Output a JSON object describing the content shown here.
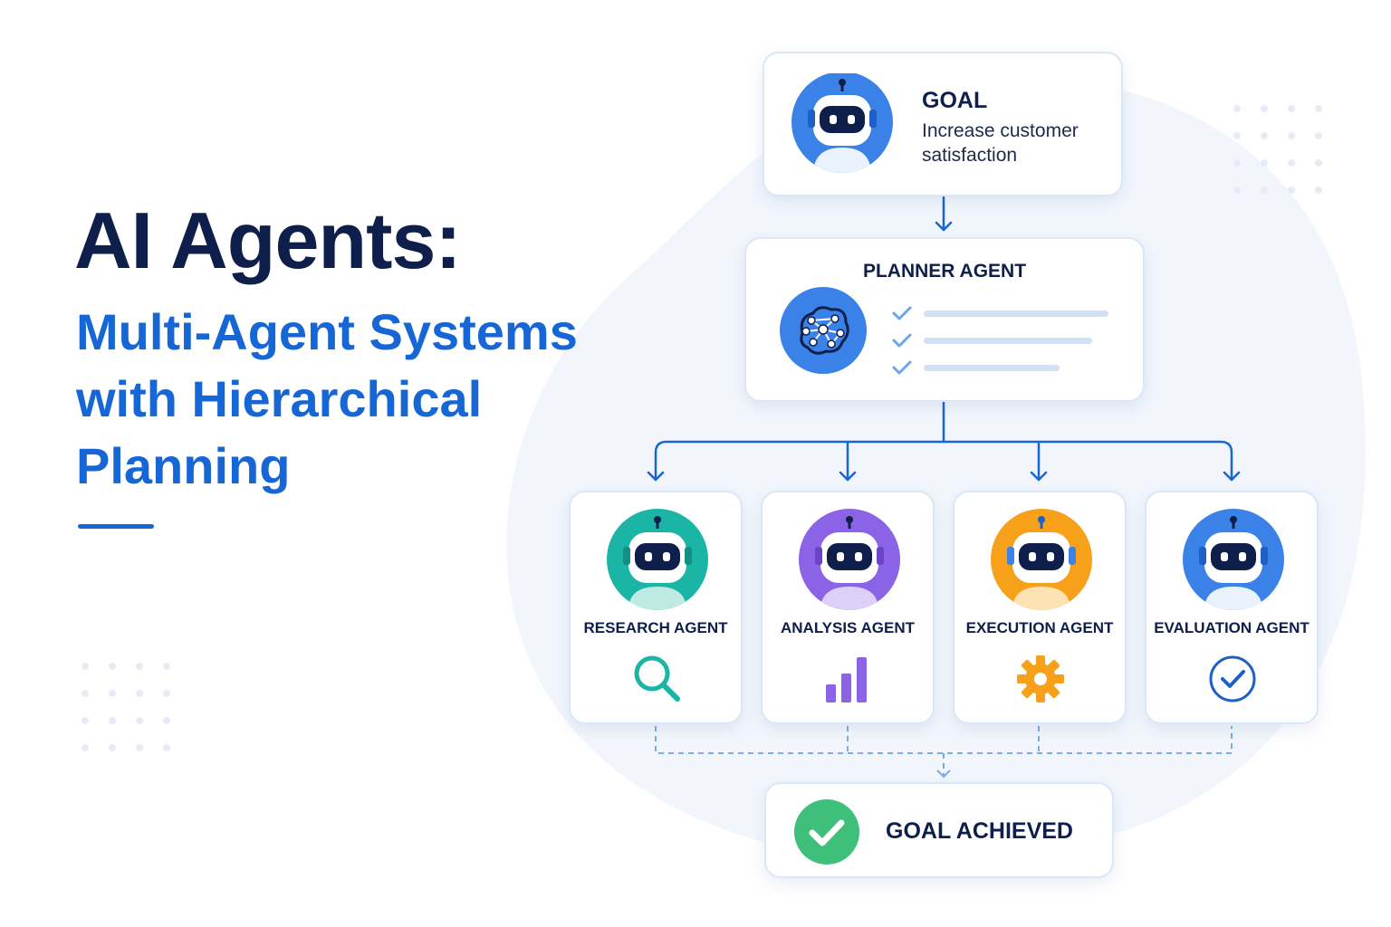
{
  "heading": {
    "title": "AI Agents:",
    "subtitle_lines": [
      "Multi-Agent Systems",
      "with Hierarchical",
      "Planning"
    ]
  },
  "goal": {
    "title": "GOAL",
    "description": "Increase customer satisfaction",
    "icon": "robot-icon"
  },
  "planner": {
    "title": "PLANNER AGENT",
    "icon": "network-brain-icon",
    "task_count": 3
  },
  "agents": [
    {
      "label": "RESEARCH AGENT",
      "icon": "magnifier-icon",
      "color": "#1bb5a6"
    },
    {
      "label": "ANALYSIS AGENT",
      "icon": "bar-chart-icon",
      "color": "#8a63e6"
    },
    {
      "label": "EXECUTION AGENT",
      "icon": "gear-icon",
      "color": "#f7a11a"
    },
    {
      "label": "EVALUATION AGENT",
      "icon": "check-circle-icon",
      "color": "#3a82e8"
    }
  ],
  "result": {
    "label": "GOAL ACHIEVED",
    "icon": "check-badge-icon",
    "color": "#3ebf7a"
  },
  "colors": {
    "navy": "#0f1f4b",
    "accent_blue": "#1766d6",
    "connector": "#1766d6",
    "dashed_connector": "#7aaae8"
  }
}
